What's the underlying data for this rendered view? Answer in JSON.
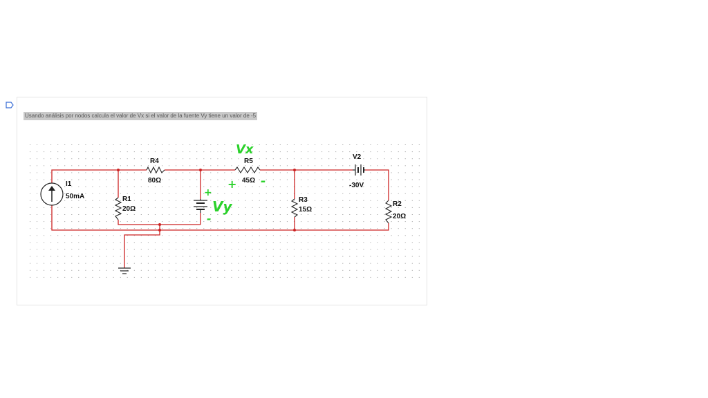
{
  "question": {
    "text": "Usando análisis por nodos calcula el valor de Vx si el valor de la fuente Vy tiene un valor de -5"
  },
  "icons": {
    "corner": "speech-bubble-icon"
  },
  "colors": {
    "wire": "#cc2222",
    "component": "#222222",
    "grid_dot": "#9a9a9a",
    "handwriting": "#2bd12b"
  },
  "components": {
    "I1": {
      "name": "I1",
      "value": "50mA"
    },
    "R1": {
      "name": "R1",
      "value": "20Ω"
    },
    "R4": {
      "name": "R4",
      "value": "80Ω"
    },
    "R5": {
      "name": "R5",
      "value": "45Ω"
    },
    "R3": {
      "name": "R3",
      "value": "15Ω"
    },
    "V2": {
      "name": "V2",
      "value": "-30V"
    },
    "R2": {
      "name": "R2",
      "value": "20Ω"
    }
  },
  "annotations": {
    "vx": "Vx",
    "vy": "Vy",
    "plus_top": "+",
    "plus_mid": "+",
    "minus_mid": "-",
    "minus_bottom": "-"
  }
}
